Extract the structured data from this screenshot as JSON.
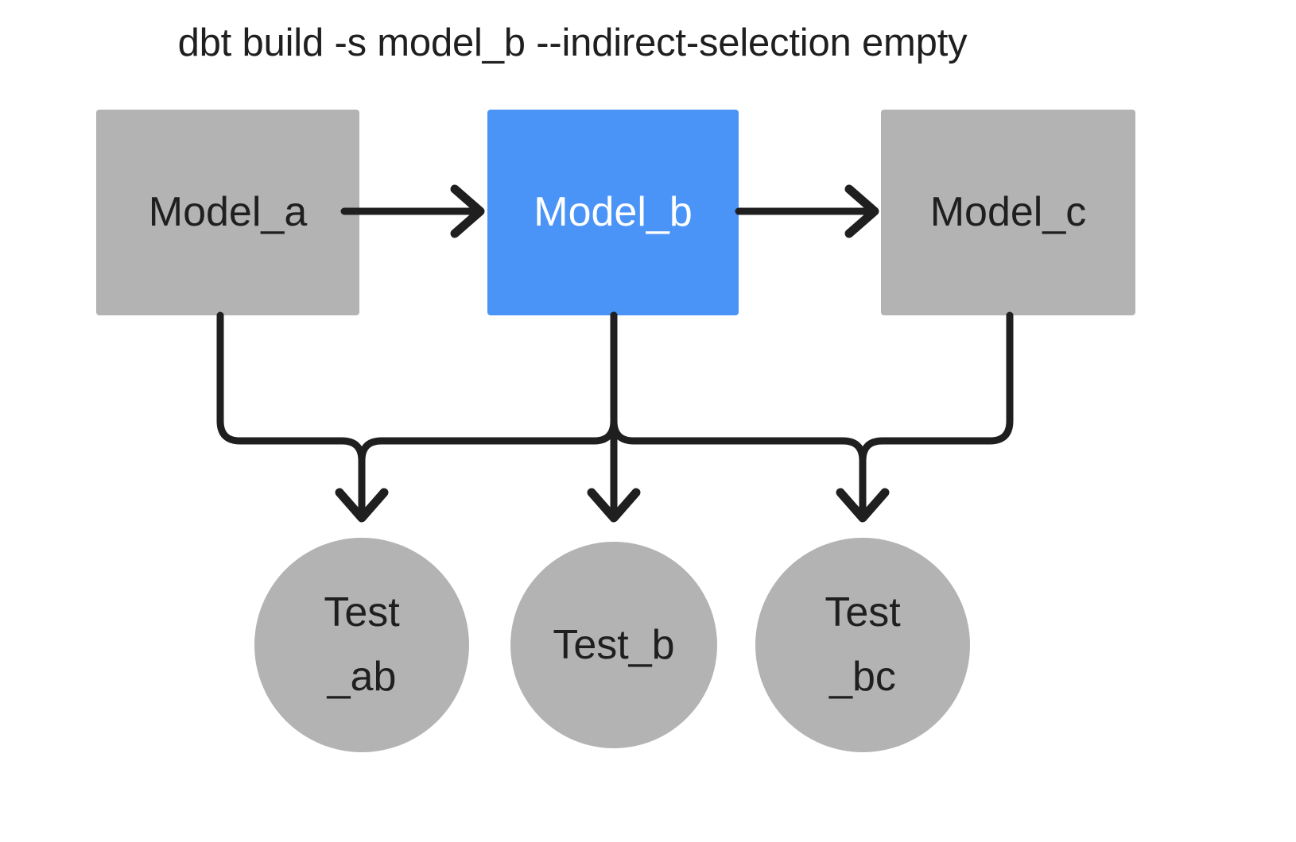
{
  "diagram": {
    "title": "dbt build -s model_b --indirect-selection empty",
    "background_color": "#ffffff",
    "colors": {
      "node_gray": "#b3b3b3",
      "node_selected_blue": "#4a94f8",
      "edge_black": "#1f1f1f",
      "text_dark": "#1f1f1f",
      "text_light": "#ffffff"
    },
    "models": [
      {
        "id": "model_a",
        "label": "Model_a",
        "shape": "rectangle",
        "fill": "#b3b3b3",
        "text_color": "#1f1f1f",
        "selected": false
      },
      {
        "id": "model_b",
        "label": "Model_b",
        "shape": "rectangle",
        "fill": "#4a94f8",
        "text_color": "#ffffff",
        "selected": true
      },
      {
        "id": "model_c",
        "label": "Model_c",
        "shape": "rectangle",
        "fill": "#b3b3b3",
        "text_color": "#1f1f1f",
        "selected": false
      }
    ],
    "tests": [
      {
        "id": "test_ab",
        "label_line1": "Test",
        "label_line2": "_ab",
        "shape": "circle",
        "fill": "#b3b3b3",
        "text_color": "#1f1f1f"
      },
      {
        "id": "test_b",
        "label_line1": "Test_b",
        "label_line2": "",
        "shape": "circle",
        "fill": "#b3b3b3",
        "text_color": "#1f1f1f"
      },
      {
        "id": "test_bc",
        "label_line1": "Test",
        "label_line2": "_bc",
        "shape": "circle",
        "fill": "#b3b3b3",
        "text_color": "#1f1f1f"
      }
    ],
    "edges": [
      {
        "id": "a-to-b",
        "from": "model_a",
        "to": "model_b",
        "style": "straight-horizontal"
      },
      {
        "id": "b-to-c",
        "from": "model_b",
        "to": "model_c",
        "style": "straight-horizontal"
      },
      {
        "id": "a-to-test_ab",
        "from": "model_a",
        "to": "test_ab",
        "style": "elbow"
      },
      {
        "id": "b-to-test_ab",
        "from": "model_b",
        "to": "test_ab",
        "style": "elbow"
      },
      {
        "id": "b-to-test_b",
        "from": "model_b",
        "to": "test_b",
        "style": "straight-vertical"
      },
      {
        "id": "b-to-test_bc",
        "from": "model_b",
        "to": "test_bc",
        "style": "elbow"
      },
      {
        "id": "c-to-test_bc",
        "from": "model_c",
        "to": "test_bc",
        "style": "elbow"
      }
    ]
  }
}
